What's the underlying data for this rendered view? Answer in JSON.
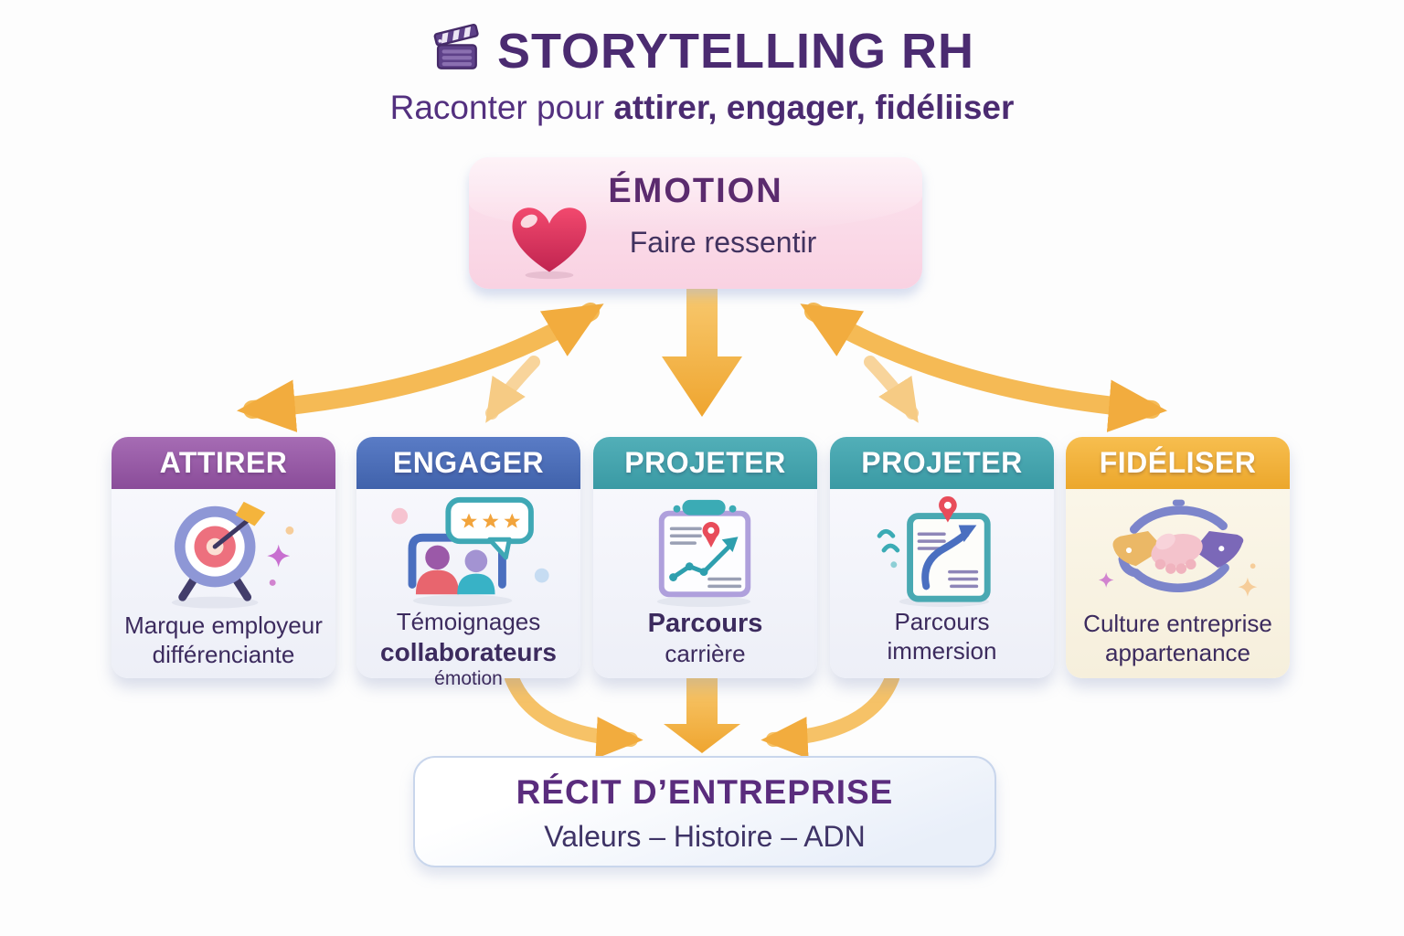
{
  "header": {
    "icon": "clapperboard-icon",
    "title": "STORYTELLING RH",
    "subtitle_prefix": "Raconter pour ",
    "subtitle_bold": "attirer, engager, fidéliiser"
  },
  "emotion": {
    "icon": "heart-icon",
    "title": "ÉMOTION",
    "subtitle": "Faire ressentir",
    "bg_color": "#F9D2E2"
  },
  "cards": [
    {
      "title": "ATTIRER",
      "header_color": "#8A4C99",
      "icon": "target-dart-icon",
      "lines": [
        "Marque employeur",
        "différenciante"
      ]
    },
    {
      "title": "ENGAGER",
      "header_color": "#4062AB",
      "icon": "people-speech-stars-icon",
      "lines": [
        "Témoignages",
        "collaborateurs",
        "émotion"
      ]
    },
    {
      "title": "PROJETER",
      "header_color": "#3A9AA4",
      "icon": "clipboard-chart-pin-icon",
      "lines": [
        "Parcours",
        "carrière"
      ]
    },
    {
      "title": "PROJETER",
      "header_color": "#3A9AA4",
      "icon": "document-pin-arrow-icon",
      "lines": [
        "Parcours",
        "immersion"
      ]
    },
    {
      "title": "FIDÉLISER",
      "header_color": "#ECA72C",
      "icon": "handshake-cycle-icon",
      "lines": [
        "Culture entreprise",
        "appartenance"
      ]
    }
  ],
  "recit": {
    "title": "RÉCIT D’ENTREPRISE",
    "subtitle": "Valeurs – Histoire – ADN"
  },
  "colors": {
    "arrow_gold": "#F2AC3E",
    "arrow_gold_light": "#F8D49B",
    "title_purple": "#4B2B71",
    "text_purple": "#3C2B5E"
  }
}
